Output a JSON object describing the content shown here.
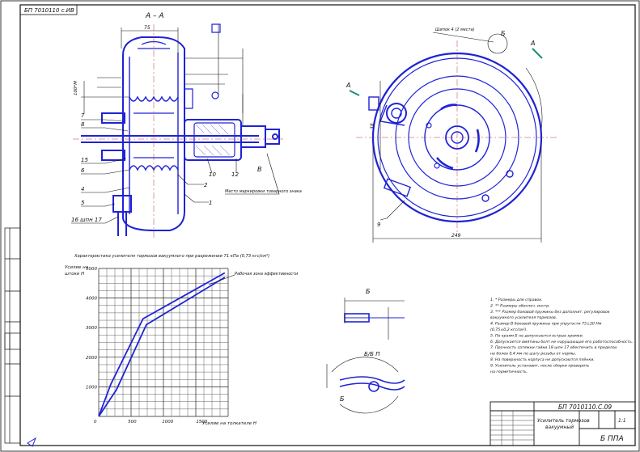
{
  "stamp_top": "БП 7010110 с.ИВ",
  "section_label": "А – А",
  "view_mark_a": "А",
  "view_mark_b": "Б",
  "view_mark_v": "В",
  "sheet_label_b": "Б",
  "detail_b_title": "Б/Б П",
  "note_label_1": "Место маркировки товарного знака",
  "note_label_2": "Рабочая зона эффективности",
  "leaders": [
    "7",
    "8",
    "15",
    "6",
    "4",
    "5",
    "16 шпн 17",
    "1",
    "2",
    "10",
    "12",
    "9"
  ],
  "dim_left_1": "100*М",
  "dim_left_2": "38",
  "dim_front": "249",
  "dim_top_a": "75",
  "callout_top_right": "Шипок 4 (2 места)",
  "chart_title": "Характеристика усилителя тормозов вакуумного при разрежении 71 кПа (0,73 кгс/см²)",
  "chart_ylabel_1": "Усилие на",
  "chart_ylabel_2": "штоке Н",
  "chart_xlabel": "Усилие на толкателе Н",
  "notes": [
    "1. * Размеры для справок.",
    "2. ** Размеры обеспеч. инстр.",
    "3. *** Размер боковой пружины без дополнит. регулировок",
    "   вакуумного усилителя тормозов.",
    "4. Размер В боковой пружины при упругости 75±20 Нм",
    "   (0,75±0,2 кгс/см²).",
    "5. По краям Б не допускаются острые кромки.",
    "6. Допускается вмятины болт не нарушающая его работоспособность.",
    "7. Прочность затяжки гайки 18 шпн 17 обеспечить в пределах",
    "   не более 0,4 мм по шагу резьбы от нормы.",
    "8. На поверхность корпуса не допускаются плёнки.",
    "9. Усилитель установит, после сборки проверить",
    "   на герметичность."
  ],
  "title_block": {
    "code": "БП 7010110.С.09",
    "name_1": "Усилитель тормозов",
    "name_2": "вакуумный",
    "scale": "1:1",
    "sheet": "Б ППА"
  },
  "chart_data": {
    "type": "line",
    "title": "Характеристика усилителя тормозов вакуумного при разрежении 71 кПа (0,73 кгс/см²)",
    "xlabel": "Усилие на толкателе Н",
    "ylabel": "Усилие на штоке Н",
    "x_ticks": [
      0,
      500,
      1000,
      1500
    ],
    "y_ticks": [
      1000,
      2000,
      3000,
      4000,
      5000
    ],
    "xlim": [
      0,
      1900
    ],
    "ylim": [
      0,
      5000
    ],
    "series": [
      {
        "name": "upper",
        "x": [
          0,
          180,
          650,
          1850
        ],
        "y": [
          0,
          1100,
          3300,
          4850
        ]
      },
      {
        "name": "lower",
        "x": [
          0,
          260,
          700,
          1850
        ],
        "y": [
          0,
          900,
          3100,
          4700
        ]
      }
    ],
    "grid": true
  }
}
